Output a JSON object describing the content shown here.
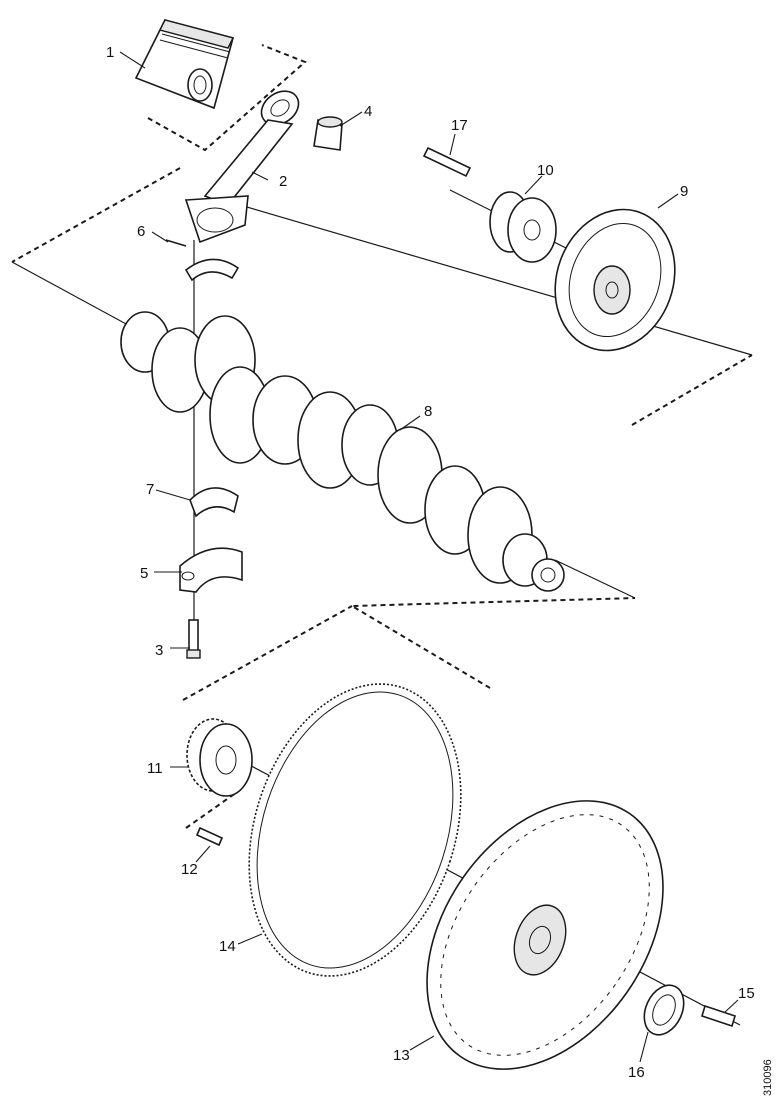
{
  "diagram": {
    "type": "exploded-parts-view",
    "callouts": [
      "1",
      "2",
      "3",
      "4",
      "5",
      "6",
      "7",
      "8",
      "9",
      "10",
      "11",
      "12",
      "13",
      "14",
      "15",
      "16",
      "17"
    ],
    "reference_code": "310096"
  }
}
